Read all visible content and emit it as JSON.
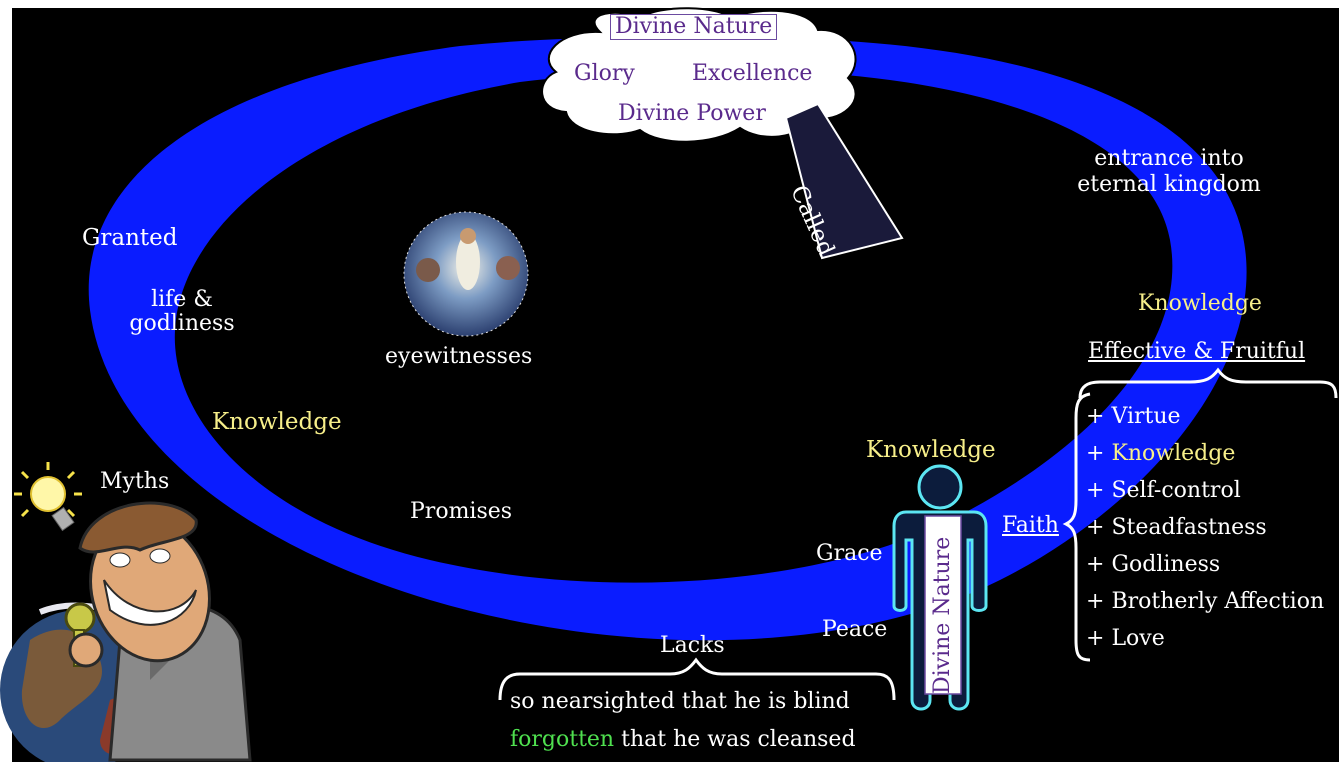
{
  "cloud": {
    "title": "Divine Nature",
    "items": [
      "Glory",
      "Excellence",
      "Divine Power"
    ]
  },
  "megaphone": {
    "label": "Called"
  },
  "ring_labels": {
    "granted": "Granted",
    "life_godliness": "life & godliness",
    "knowledge": "Knowledge",
    "promises": "Promises"
  },
  "top_right": {
    "entrance": "entrance into eternal kingdom"
  },
  "image_caption": "eyewitnesses",
  "myths": "Myths",
  "figure": {
    "knowledge": "Knowledge",
    "grace": "Grace",
    "peace": "Peace",
    "body_label": "Divine Nature",
    "faith": "Faith"
  },
  "right_panel": {
    "knowledge": "Knowledge",
    "effective": "Effective & Fruitful",
    "items": [
      {
        "prefix": "+ ",
        "text": "Virtue",
        "highlight": false
      },
      {
        "prefix": "+ ",
        "text": "Knowledge",
        "highlight": true
      },
      {
        "prefix": "+ ",
        "text": "Self-control",
        "highlight": false
      },
      {
        "prefix": "+ ",
        "text": "Steadfastness",
        "highlight": false
      },
      {
        "prefix": "+ ",
        "text": "Godliness",
        "highlight": false
      },
      {
        "prefix": "+ ",
        "text": "Brotherly Affection",
        "highlight": false
      },
      {
        "prefix": "+ ",
        "text": "Love",
        "highlight": false
      }
    ]
  },
  "bottom": {
    "lacks": "Lacks",
    "line1": "so nearsighted that he is blind",
    "line2_highlight": "forgotten",
    "line2_rest": " that he was cleansed"
  },
  "colors": {
    "background": "#000000",
    "ring": "#0a1cff",
    "yellow_text": "#f7ef8a",
    "purple_text": "#5a2a8c",
    "figure_outline": "#5ce6f2",
    "figure_fill": "#0c1c3c",
    "megaphone": "#1a1a3a"
  }
}
